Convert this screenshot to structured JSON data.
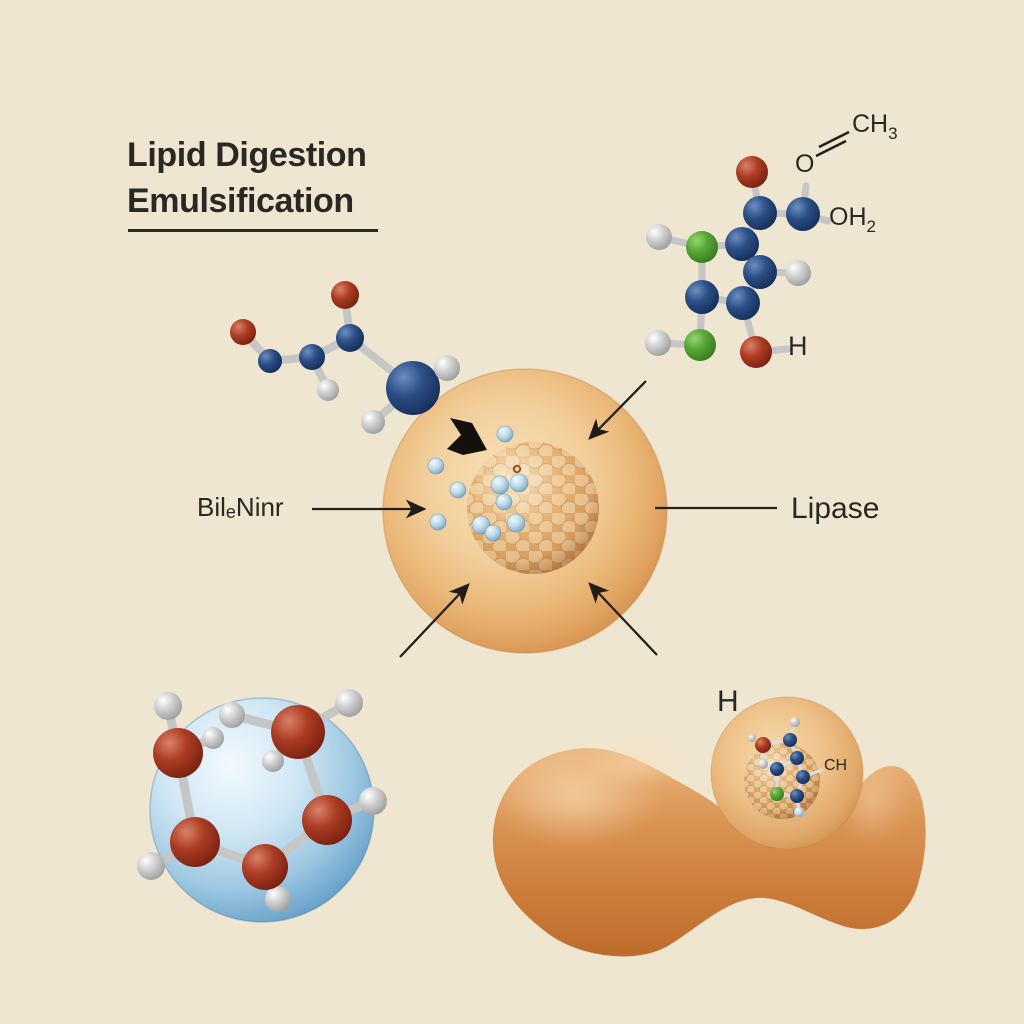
{
  "title": {
    "line1": "Lipid Digestion",
    "line2": "Emulsification"
  },
  "labels": {
    "bile_prefix": "Bil",
    "bile_sub": "e",
    "bile_suffix": "Ninr",
    "lipase": "Lipase",
    "ch3_base": "CH",
    "ch3_sub": "3",
    "o": "O",
    "oh2_base": "OH",
    "oh2_sub": "2",
    "h_ester": "H",
    "h_droplet": "H",
    "ch_droplet": "CH"
  },
  "colors": {
    "background": "#efe6d1",
    "text_dark": "#2b2722",
    "line_dark": "#23201a",
    "droplet_orange": "#eab877",
    "droplet_rim": "#d69450",
    "inner_sphere": "#e3ae70",
    "bead_blue": "#bfdcec",
    "micelle_blue": "#9fc8e2",
    "blob_brown": "#cb7c3a",
    "atom_red": "#ad3d24",
    "atom_navy": "#2c4f86",
    "atom_green": "#57a637",
    "atom_gray": "#cfcfcf"
  }
}
